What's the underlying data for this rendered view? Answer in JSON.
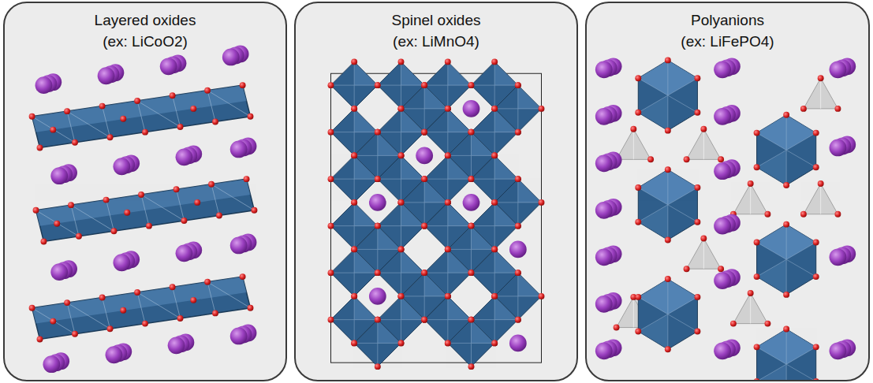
{
  "diagram": {
    "nodes": [
      {
        "text": [
          "Layered oxides",
          "(ex: LiCoO2)"
        ]
      },
      {
        "text": [
          "Spinel oxides",
          "(ex: LiMnO4)"
        ]
      },
      {
        "text": [
          "Polyanions",
          "(ex: LiFePO4)"
        ]
      }
    ]
  }
}
